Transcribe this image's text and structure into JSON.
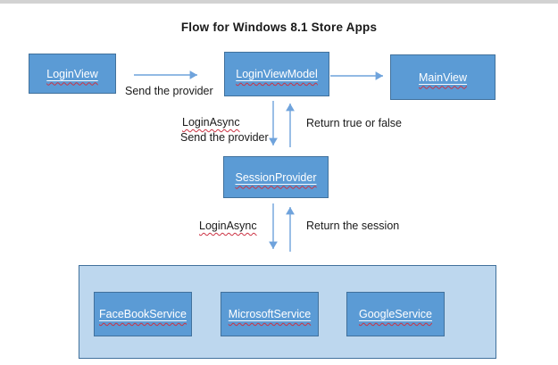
{
  "title": "Flow for Windows 8.1 Store Apps",
  "nodes": {
    "login_view": "LoginView",
    "login_view_model": "LoginViewModel",
    "main_view": "MainView",
    "session_provider": "SessionProvider",
    "facebook_service": "FaceBookService",
    "microsoft_service": "MicrosoftService",
    "google_service": "GoogleService"
  },
  "edges": {
    "send_the_provider_top": "Send the provider",
    "login_async_mid": "LoginAsync",
    "send_the_provider_mid": "Send the provider",
    "return_true_or_false": "Return true or false",
    "login_async_bottom": "LoginAsync",
    "return_the_session": "Return the session"
  },
  "colors": {
    "node_fill": "#5b9bd5",
    "node_border": "#41719c",
    "container_fill": "#bdd7ee",
    "container_border": "#41719c",
    "arrow": "#6fa3dc",
    "spellcheck_underline": "#cc3344",
    "top_bar": "#d2d2d2",
    "text": "#1a1a1a"
  }
}
